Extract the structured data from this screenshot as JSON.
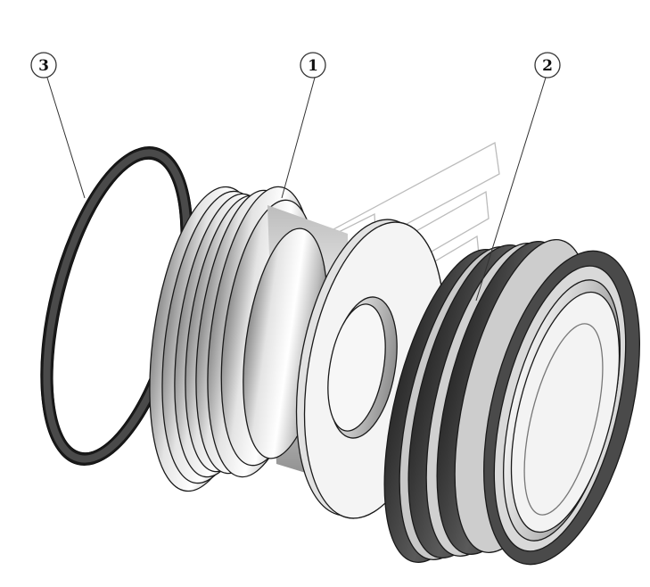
{
  "callouts": [
    {
      "id": "3",
      "label": "3"
    },
    {
      "id": "1",
      "label": "1"
    },
    {
      "id": "2",
      "label": "2"
    }
  ],
  "colors": {
    "outline": "#1a1a1a",
    "dark_ring": "#3e3e3e",
    "mid_gray": "#7a7a7a",
    "light_gray": "#c9c9c9",
    "face_white": "#efefef",
    "watermark": "#b5b5b5"
  },
  "parts": [
    {
      "id": "3",
      "kind": "thin-ring"
    },
    {
      "id": "1",
      "kind": "seal-body"
    },
    {
      "id": "2",
      "kind": "seat-ring"
    }
  ]
}
